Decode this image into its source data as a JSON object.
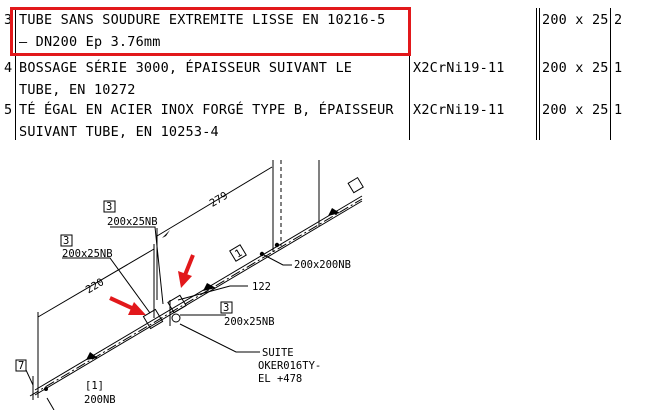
{
  "bom": {
    "rows": [
      {
        "pos": "3",
        "desc1": "TUBE SANS SOUDURE EXTREMITE LISSE EN 10216-5",
        "desc2": "– DN200 Ep 3.76mm",
        "material": "",
        "size": "200 x 25",
        "qty": "2"
      },
      {
        "pos": "4",
        "desc1": "BOSSAGE SÉRIE 3000, ÉPAISSEUR SUIVANT LE",
        "desc2": "TUBE, EN 10272",
        "material": "X2CrNi19-11",
        "size": "200 x 25",
        "qty": "1"
      },
      {
        "pos": "5",
        "desc1": "TÉ ÉGAL EN ACIER INOX FORGÉ TYPE B, ÉPAISSEUR",
        "desc2": "SUIVANT TUBE, EN 10253-4",
        "material": "X2CrNi19-11",
        "size": "200 x 25",
        "qty": "1"
      }
    ],
    "highlight_color": "#e2181b"
  },
  "drawing": {
    "tag_a_num": "3",
    "tag_a_size": "200x25NB",
    "tag_b_num": "3",
    "tag_b_size": "200x25NB",
    "tag_c_num": "3",
    "tag_c_size": "200x25NB",
    "dim_279": "279",
    "dim_220": "220",
    "dim_122": "122",
    "branch_num": "1",
    "branch_size": "200x200NB",
    "suite_1": "SUITE",
    "suite_2": "OKER016TY-",
    "suite_3": "EL +478",
    "end_num": "[1]",
    "end_size": "200NB",
    "left_num": "7",
    "arrow_color": "#e2181b"
  }
}
